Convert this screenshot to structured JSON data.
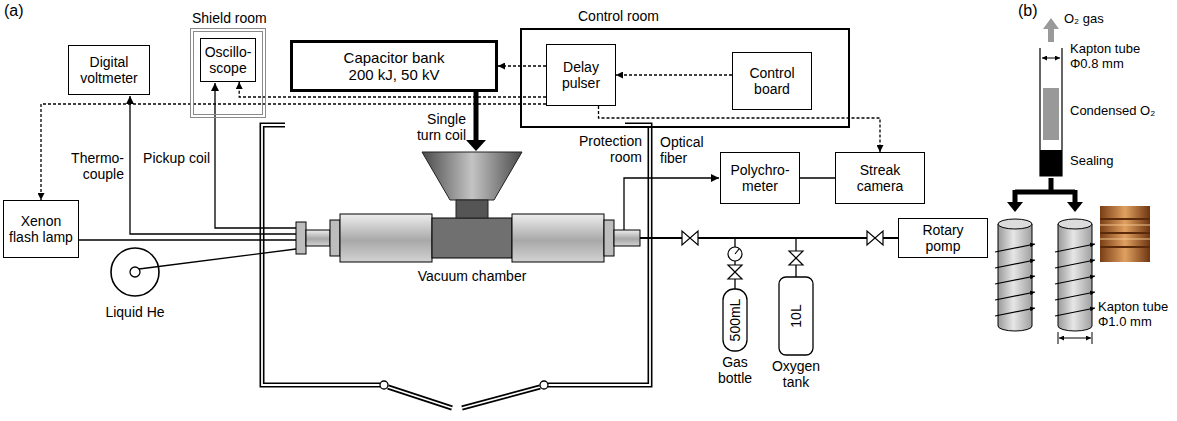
{
  "diagram": {
    "nodes": [
      {
        "text": [
          "Digital voltmeter"
        ]
      },
      {
        "text": [
          "Shield room"
        ]
      },
      {
        "text": [
          "Oscillo- scope"
        ],
        "in": 1
      },
      {
        "text": [
          "Capacitor bank 200 kJ, 50 kV"
        ]
      },
      {
        "text": [
          "Control room"
        ]
      },
      {
        "text": [
          "Delay pulser"
        ],
        "in": 4
      },
      {
        "text": [
          "Control board"
        ],
        "in": 4
      },
      {
        "text": [
          "Polychro- meter"
        ]
      },
      {
        "text": [
          "Streak camera"
        ]
      },
      {
        "text": [
          "Xenon flash lamp"
        ]
      },
      {
        "text": [
          "Rotary pomp"
        ]
      },
      {
        "text": [
          "500mL",
          "Gas bottle"
        ]
      },
      {
        "text": [
          "10L",
          "Oxygen tank"
        ]
      }
    ],
    "edges": [
      {
        "from": 5,
        "to": 3,
        "arrow": "to"
      },
      {
        "from": 6,
        "to": 5,
        "arrow": "to"
      },
      {
        "from": 5,
        "to": 2,
        "arrow": "to"
      },
      {
        "from": 5,
        "to": 9,
        "arrow": "to"
      },
      {
        "from": 5,
        "to": 8,
        "arrow": "to"
      },
      {
        "from": 7,
        "to": 8,
        "arrow": "none"
      }
    ],
    "labels": [
      "(a)",
      "Thermo- couple",
      "Pickup coil",
      "Single turn coil",
      "Protection room",
      "Vacuum chamber",
      "Optical fiber",
      "Liquid He",
      "(b)",
      "O₂ gas",
      "Kapton tube Φ0.8 mm",
      "Condensed O₂",
      "Sealing",
      "Kapton tube Φ1.0 mm"
    ]
  }
}
